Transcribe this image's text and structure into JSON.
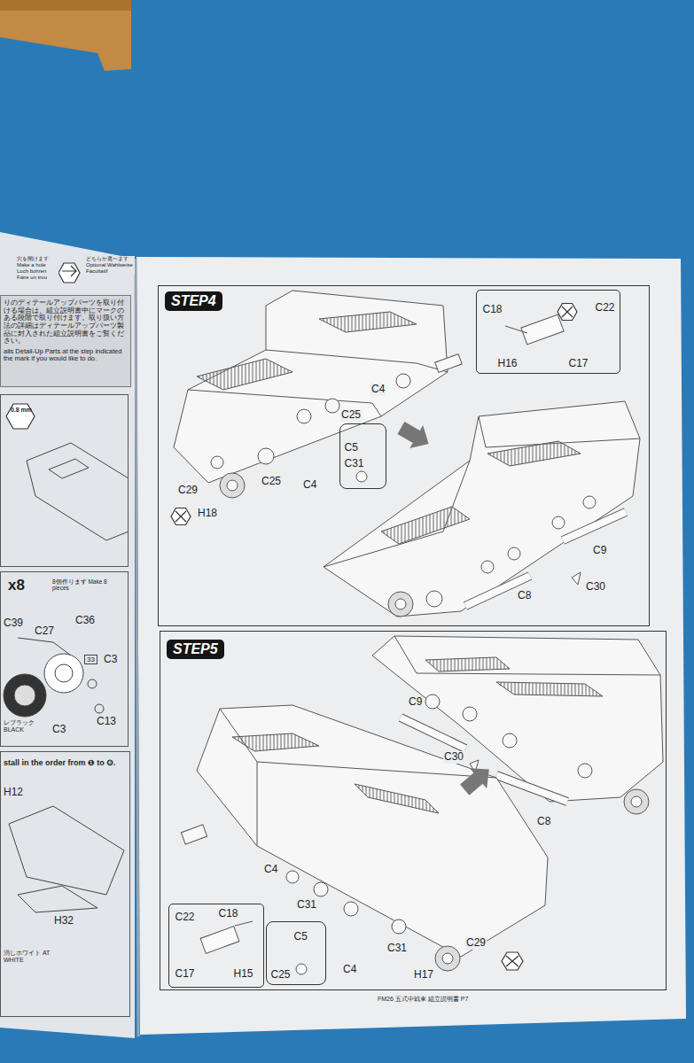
{
  "diagram": {
    "nodes": [
      {
        "text": [
          "りのディテールアップパーツを取り付ける場合は、組立説明書中にマークのある段階で取り付けます。取り扱い方法の詳細はディテールアップパーツ製品に封入された組立説明書をご覧ください。",
          "ails Detail-Up Parts at the step indicated the mark if you would like to do."
        ]
      },
      {
        "text": [
          "0.8 mm"
        ]
      },
      {
        "text": [
          "x8",
          "8個作ります Make 8 pieces"
        ]
      },
      {
        "text": [
          "stall in the order from ❶ to ❻."
        ]
      },
      {
        "text": [
          "STEP4"
        ]
      },
      {
        "text": [
          "C18",
          "C22",
          "H16",
          "C17"
        ],
        "in": 4
      },
      {
        "text": [
          "C5",
          "C31"
        ],
        "in": 4
      },
      {
        "text": [
          "STEP5"
        ]
      },
      {
        "text": [
          "C22",
          "C18",
          "C17",
          "H15"
        ],
        "in": 7
      },
      {
        "text": [
          "C5",
          "C25"
        ],
        "in": 7
      }
    ],
    "labels": [
      "穴を開けます Make a hole Loch bohren Faire un trou",
      "どちらか選べます Optional Wahlweise Facultatif",
      "C39",
      "C36",
      "C27",
      "33",
      "C3",
      "C13",
      "C3",
      "レブラック BLACK",
      "H12",
      "H32",
      "消しホワイト AT WHITE",
      "C4",
      "C25",
      "C29",
      "H18",
      "C25",
      "C4",
      "C9",
      "C30",
      "C8",
      "C9",
      "C30",
      "C8",
      "C4",
      "C31",
      "C4",
      "C31",
      "C29",
      "H17",
      "FM26 五式中戦車 組立説明書 P7"
    ]
  }
}
